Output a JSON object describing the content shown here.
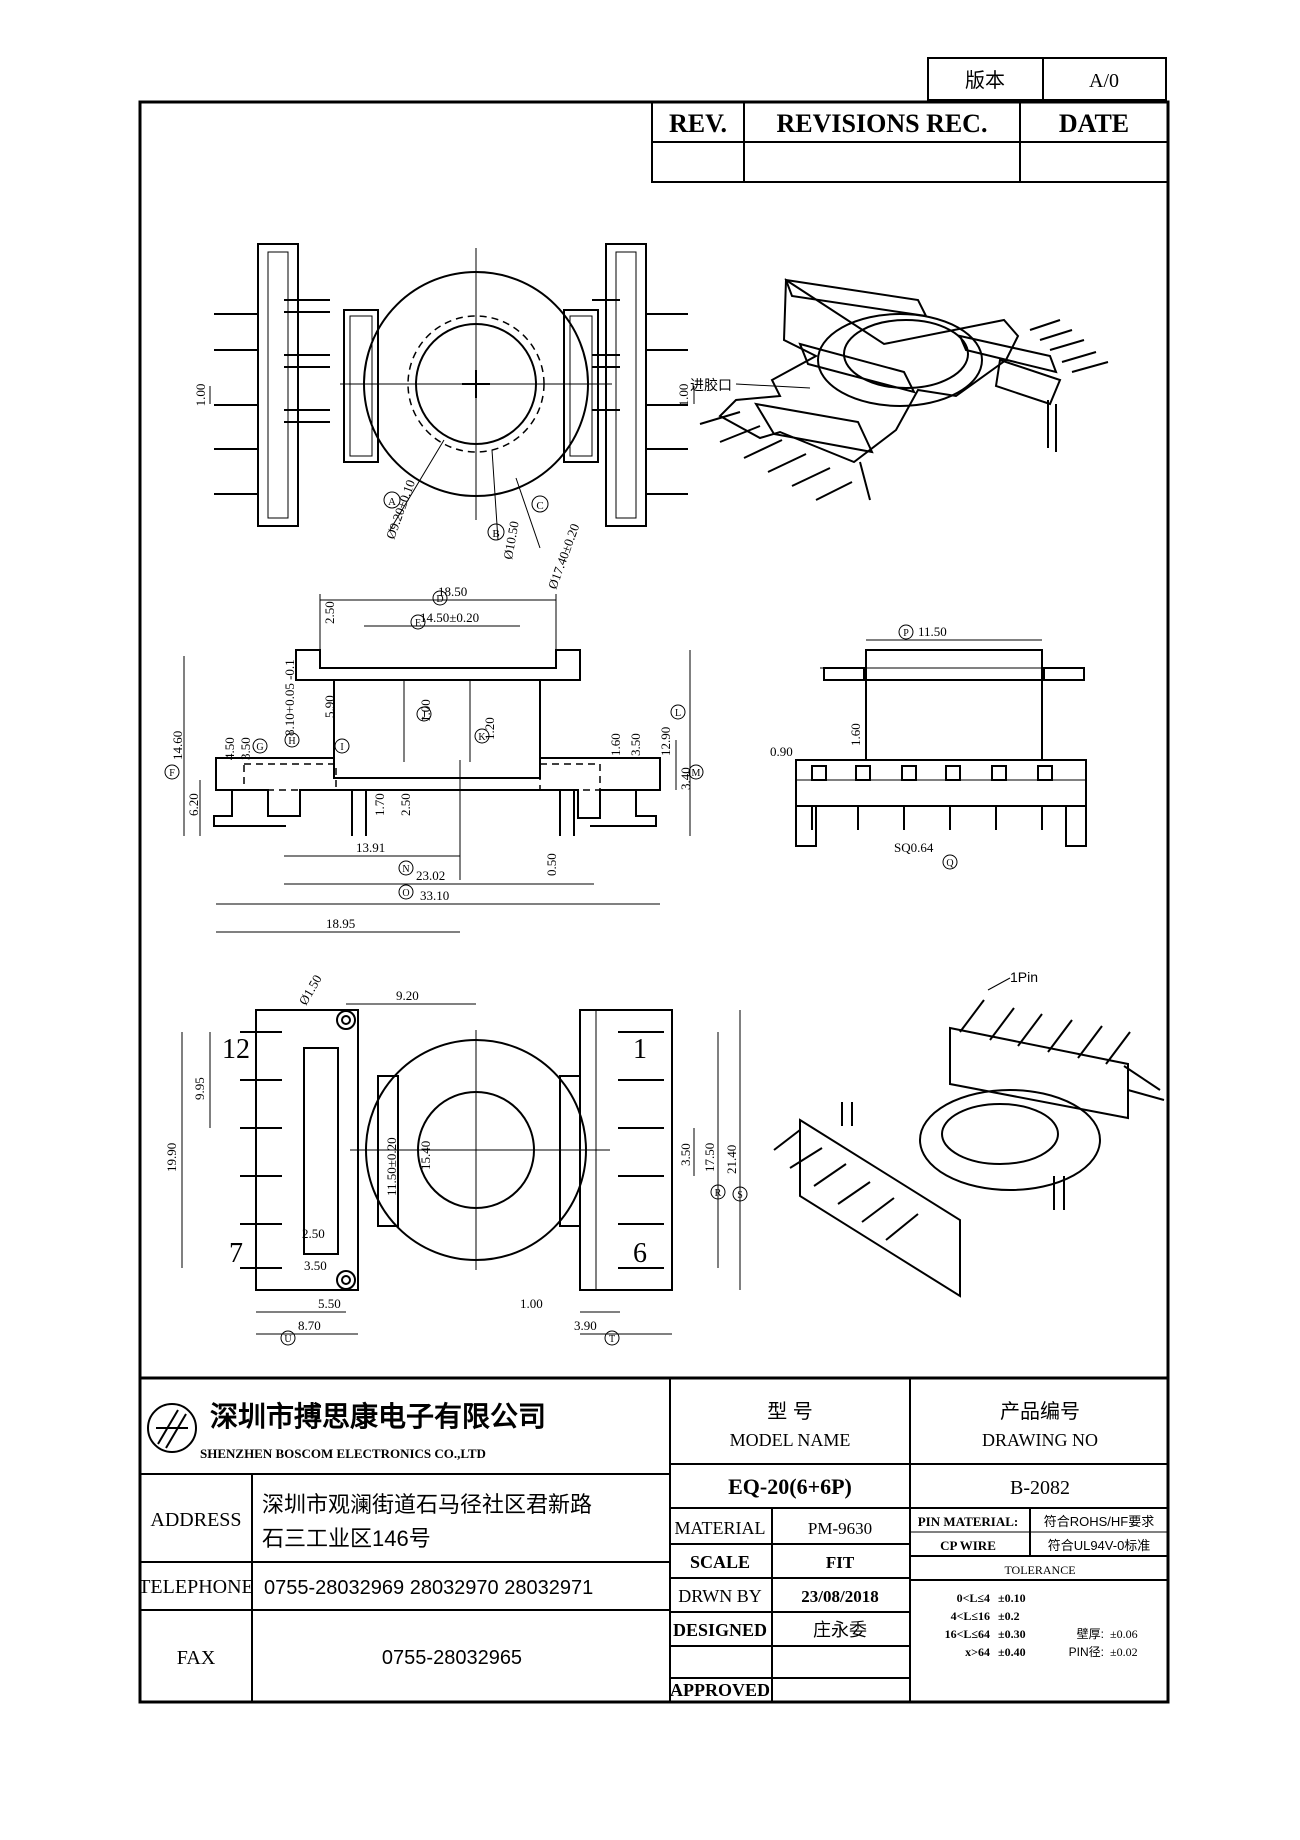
{
  "revision_box": {
    "version_label": "版本",
    "version_value": "A/0",
    "headers": [
      "REV.",
      "REVISIONS REC.",
      "DATE"
    ]
  },
  "views": {
    "top_view": {
      "dims": [
        "1.00",
        "1.00",
        "Ø9.20±0.10",
        "Ø10.50",
        "Ø17.40±0.20"
      ],
      "callouts": [
        "A",
        "B",
        "C"
      ]
    },
    "iso_top": {
      "note": "进胶口"
    },
    "front_view": {
      "dims": [
        "18.50",
        "14.50±0.20",
        "2.50",
        "4.50",
        "3.50",
        "8.10+0.05 -0.1",
        "5.90",
        "14.60",
        "6.20",
        "1.00",
        "1.20",
        "1.60",
        "3.50",
        "12.90",
        "3.40",
        "1.70",
        "2.50",
        "13.91",
        "0.50",
        "23.02",
        "33.10",
        "18.95"
      ],
      "callouts": [
        "D",
        "E",
        "F",
        "G",
        "H",
        "I",
        "J",
        "K",
        "L",
        "M",
        "N",
        "O"
      ]
    },
    "side_view": {
      "dims": [
        "11.50",
        "0.90",
        "1.60",
        "SQ0.64"
      ],
      "callouts": [
        "P",
        "Q"
      ]
    },
    "bottom_view": {
      "dims": [
        "Ø1.50",
        "9.20",
        "9.95",
        "19.90",
        "11.50±0.20",
        "15.40",
        "3.50",
        "17.50",
        "21.40",
        "2.50",
        "3.50",
        "5.50",
        "8.70",
        "1.00",
        "3.90"
      ],
      "pin_numbers": [
        "12",
        "7",
        "1",
        "6"
      ],
      "callouts": [
        "R",
        "S",
        "T",
        "U"
      ]
    },
    "iso_bottom": {
      "note": "1Pin"
    }
  },
  "title_block": {
    "company_cn": "深圳市搏思康电子有限公司",
    "company_en": "SHENZHEN BOSCOM ELECTRONICS CO.,LTD",
    "address_label": "ADDRESS",
    "address_line1": "深圳市观澜街道石马径社区君新路",
    "address_line2": "石三工业区146号",
    "telephone_label": "TELEPHONE",
    "telephone": "0755-28032969 28032970 28032971",
    "fax_label": "FAX",
    "fax": "0755-28032965",
    "model_label_cn": "型    号",
    "model_label_en": "MODEL NAME",
    "model_value": "EQ-20(6+6P)",
    "drawing_label_cn": "产品编号",
    "drawing_label_en": "DRAWING NO",
    "drawing_value": "B-2082",
    "material_label": "MATERIAL",
    "material_value": "PM-9630",
    "scale_label": "SCALE",
    "scale_value": "FIT",
    "drawn_label": "DRWN BY",
    "drawn_value": "23/08/2018",
    "designed_label": "DESIGNED",
    "designed_value": "庄永委",
    "approved_label": "APPROVED",
    "pin_material_label": "PIN MATERIAL:",
    "pin_material_value": "CP WIRE",
    "pin_spec1": "符合ROHS/HF要求",
    "pin_spec2": "符合UL94V-0标准",
    "tolerance_label": "TOLERANCE",
    "tolerances": [
      {
        "range": "0<L≤4",
        "value": "±0.10"
      },
      {
        "range": "4<L≤16",
        "value": "±0.2"
      },
      {
        "range": "16<L≤64",
        "value": "±0.30"
      },
      {
        "range": "x>64",
        "value": "±0.40"
      }
    ],
    "wall_label": "壁厚:",
    "wall_value": "±0.06",
    "pin_dia_label": "PIN径:",
    "pin_dia_value": "±0.02"
  }
}
